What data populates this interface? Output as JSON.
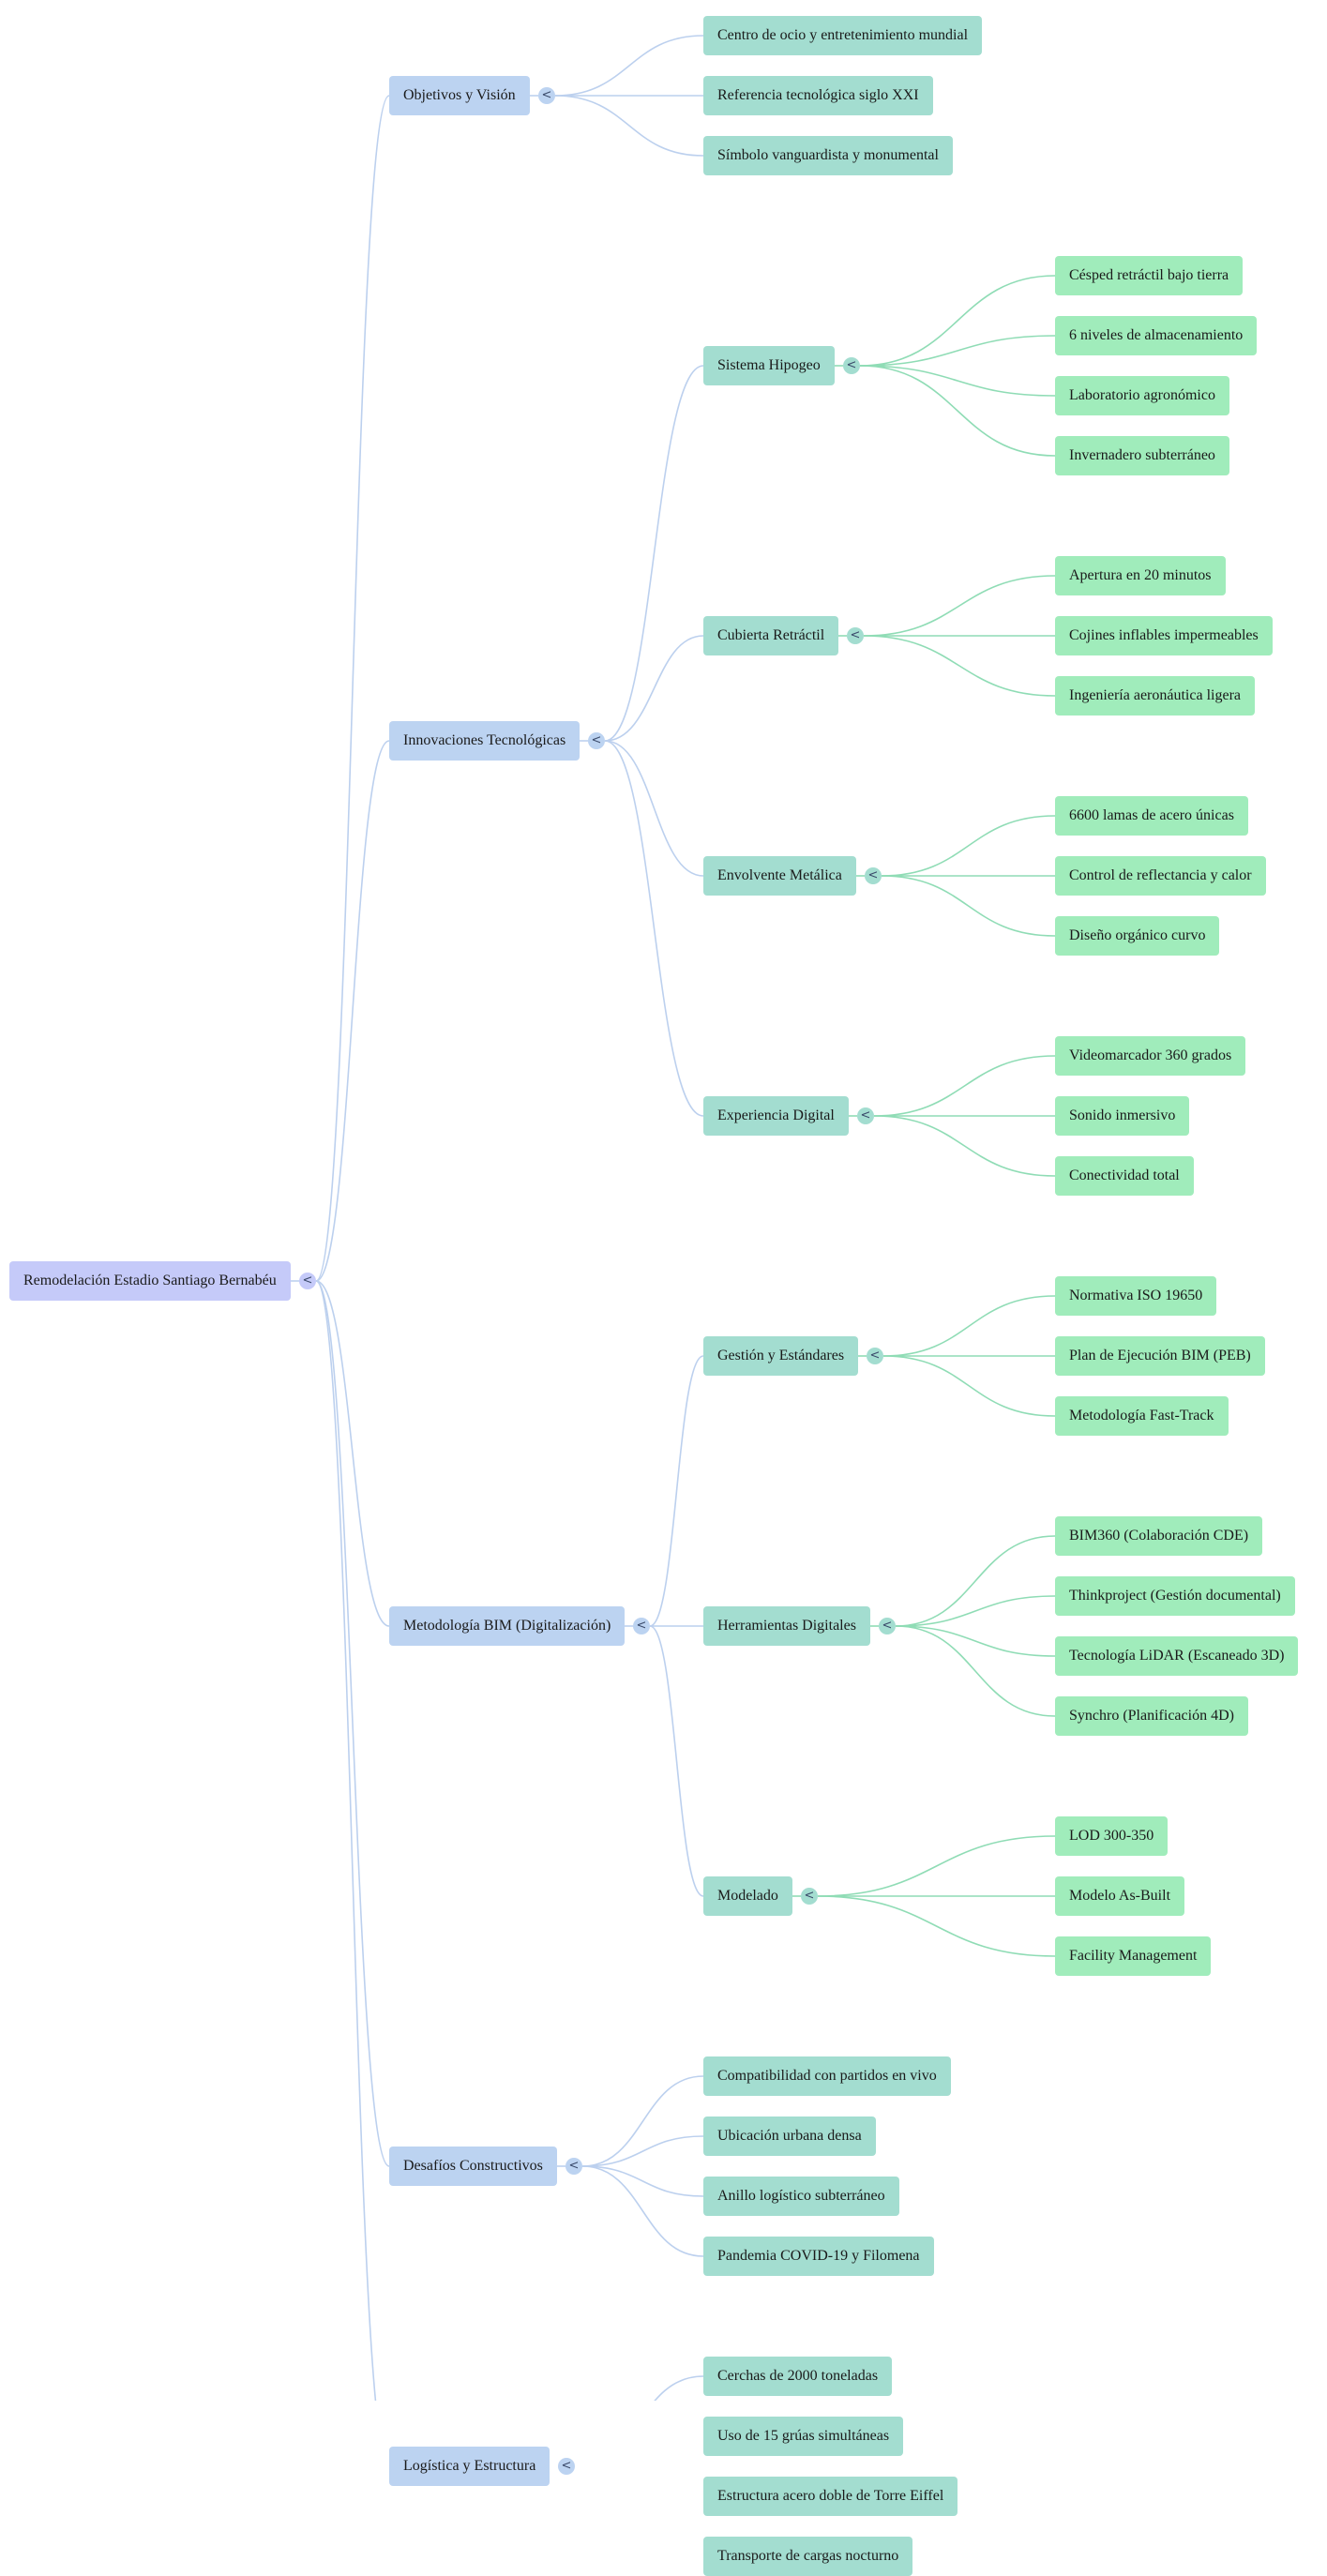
{
  "colors": {
    "level0": "#c5caf9",
    "level1": "#bcd3f1",
    "level2": "#a3ddd0",
    "level3": "#a0ecbb",
    "edge_blue": "#bcd0ee",
    "edge_green": "#8fdcb5"
  },
  "collapse_icon": "<",
  "root": {
    "label": "Remodelación Estadio Santiago Bernabéu",
    "children": [
      {
        "label": "Objetivos y Visión",
        "children": [
          {
            "label": "Centro de ocio y entretenimiento mundial"
          },
          {
            "label": "Referencia tecnológica siglo XXI"
          },
          {
            "label": "Símbolo vanguardista y monumental"
          }
        ]
      },
      {
        "label": "Innovaciones Tecnológicas",
        "children": [
          {
            "label": "Sistema Hipogeo",
            "children": [
              {
                "label": "Césped retráctil bajo tierra"
              },
              {
                "label": "6 niveles de almacenamiento"
              },
              {
                "label": "Laboratorio agronómico"
              },
              {
                "label": "Invernadero subterráneo"
              }
            ]
          },
          {
            "label": "Cubierta Retráctil",
            "children": [
              {
                "label": "Apertura en 20 minutos"
              },
              {
                "label": "Cojines inflables impermeables"
              },
              {
                "label": "Ingeniería aeronáutica ligera"
              }
            ]
          },
          {
            "label": "Envolvente Metálica",
            "children": [
              {
                "label": "6600 lamas de acero únicas"
              },
              {
                "label": "Control de reflectancia y calor"
              },
              {
                "label": "Diseño orgánico curvo"
              }
            ]
          },
          {
            "label": "Experiencia Digital",
            "children": [
              {
                "label": "Videomarcador 360 grados"
              },
              {
                "label": "Sonido inmersivo"
              },
              {
                "label": "Conectividad total"
              }
            ]
          }
        ]
      },
      {
        "label": "Metodología BIM (Digitalización)",
        "children": [
          {
            "label": "Gestión y Estándares",
            "children": [
              {
                "label": "Normativa ISO 19650"
              },
              {
                "label": "Plan de Ejecución BIM (PEB)"
              },
              {
                "label": "Metodología Fast-Track"
              }
            ]
          },
          {
            "label": "Herramientas Digitales",
            "children": [
              {
                "label": "BIM360 (Colaboración CDE)"
              },
              {
                "label": "Thinkproject (Gestión documental)"
              },
              {
                "label": "Tecnología LiDAR (Escaneado 3D)"
              },
              {
                "label": "Synchro (Planificación 4D)"
              }
            ]
          },
          {
            "label": "Modelado",
            "children": [
              {
                "label": "LOD 300-350"
              },
              {
                "label": "Modelo As-Built"
              },
              {
                "label": "Facility Management"
              }
            ]
          }
        ]
      },
      {
        "label": "Desafíos Constructivos",
        "children": [
          {
            "label": "Compatibilidad con partidos en vivo"
          },
          {
            "label": "Ubicación urbana densa"
          },
          {
            "label": "Anillo logístico subterráneo"
          },
          {
            "label": "Pandemia COVID-19 y Filomena"
          }
        ]
      },
      {
        "label": "Logística y Estructura",
        "children": [
          {
            "label": "Cerchas de 2000 toneladas"
          },
          {
            "label": "Uso de 15 grúas simultáneas"
          },
          {
            "label": "Estructura acero doble de Torre Eiffel"
          },
          {
            "label": "Transporte de cargas nocturno"
          }
        ]
      }
    ]
  }
}
